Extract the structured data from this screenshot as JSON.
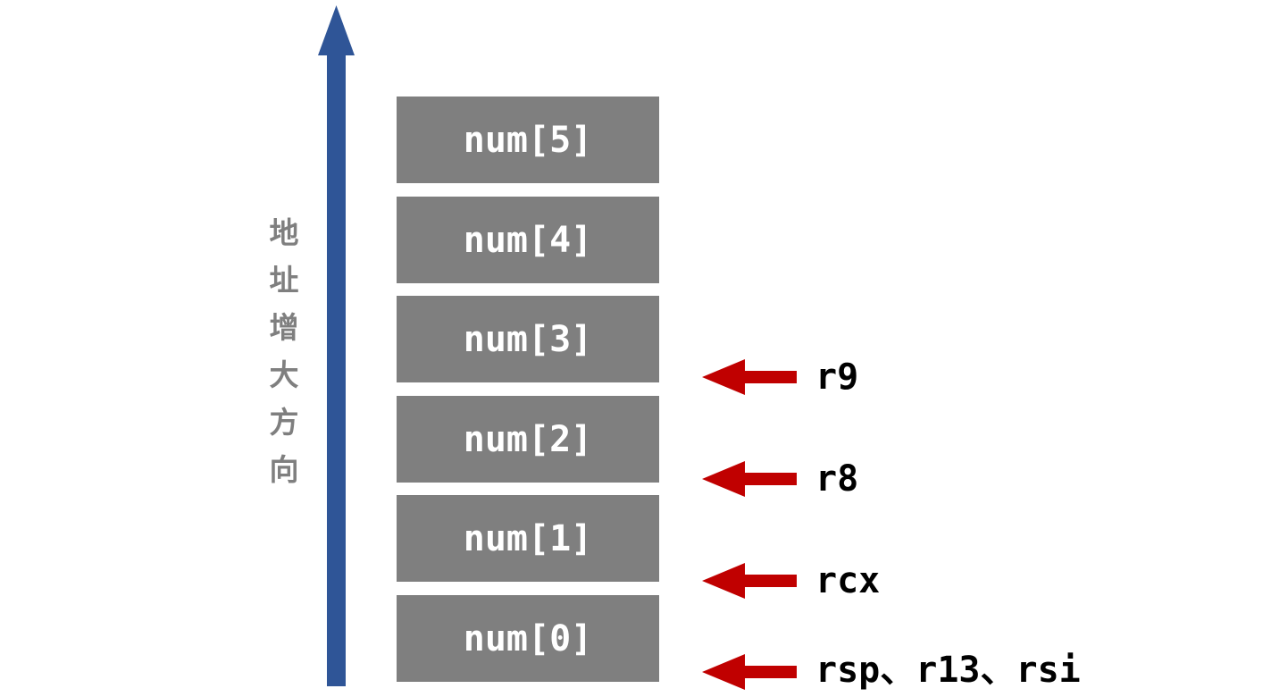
{
  "colors": {
    "axis_arrow": "#2f5597",
    "cell_fill": "#7f7f7f",
    "cell_text": "#ffffff",
    "axis_label_text": "#7f7f7f",
    "pointer_arrow": "#c00000",
    "register_text": "#000000"
  },
  "axis_label_chars": [
    "地",
    "址",
    "增",
    "大",
    "方",
    "向"
  ],
  "cells": [
    "num[5]",
    "num[4]",
    "num[3]",
    "num[2]",
    "num[1]",
    "num[0]"
  ],
  "pointers": [
    "r9",
    "r8",
    "rcx",
    "rsp、r13、rsi"
  ]
}
